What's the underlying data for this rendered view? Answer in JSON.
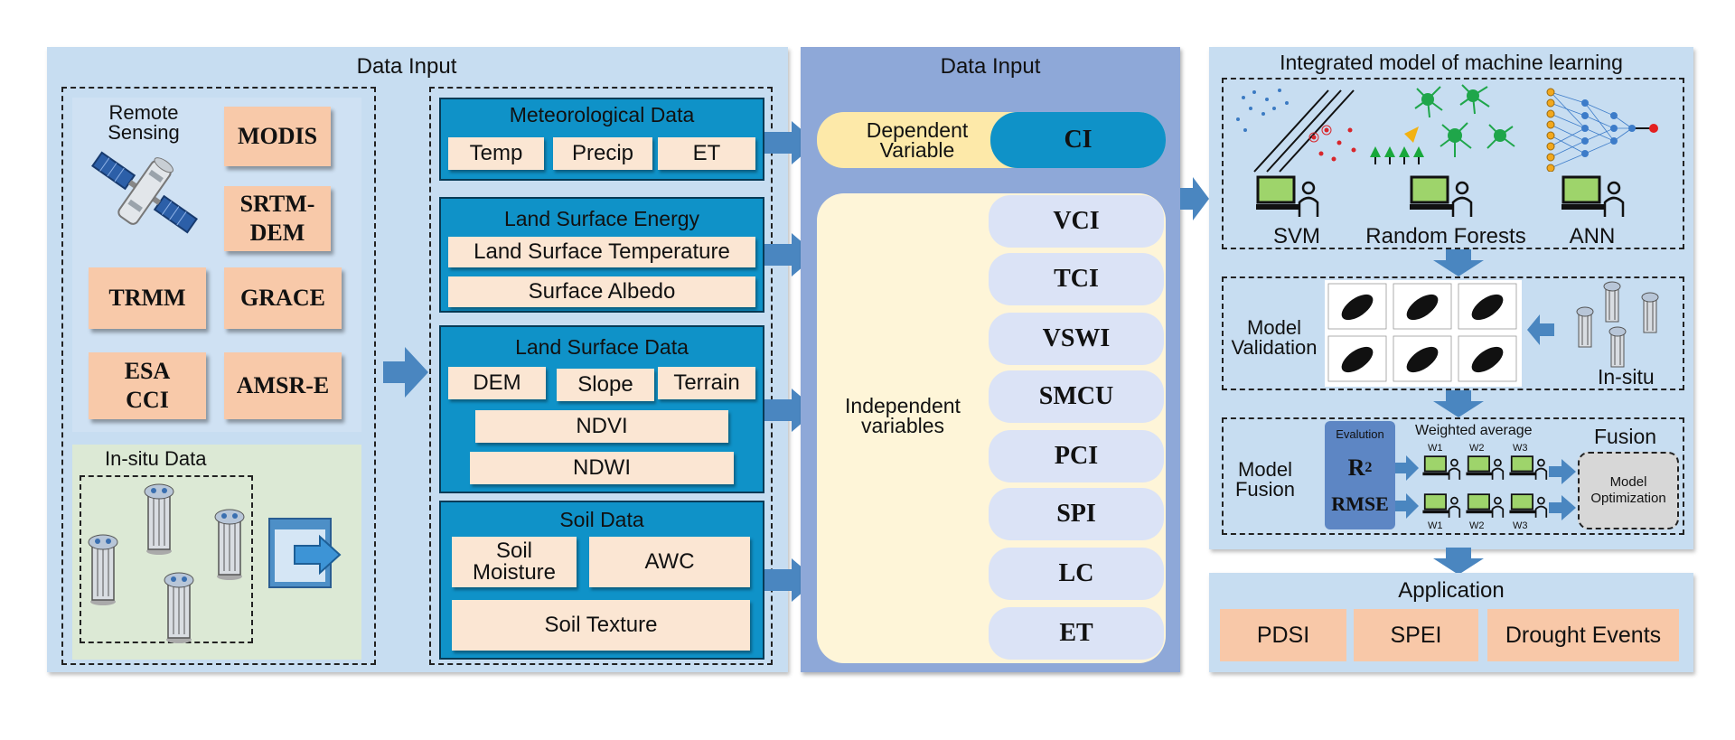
{
  "left": {
    "title": "Data Input",
    "remote_sensing_label": "Remote\nSensing",
    "sources": [
      "MODIS",
      "SRTM-\nDEM",
      "TRMM",
      "GRACE",
      "ESA\nCCI",
      "AMSR-E"
    ],
    "insitu_label": "In-situ Data"
  },
  "groups": {
    "meteorological": {
      "title": "Meteorological Data",
      "items": [
        "Temp",
        "Precip",
        "ET"
      ]
    },
    "energy": {
      "title": "Land Surface Energy",
      "items": [
        "Land Surface Temperature",
        "Surface Albedo"
      ]
    },
    "surface": {
      "title": "Land Surface Data",
      "items": [
        "DEM",
        "Slope",
        "Terrain",
        "NDVI",
        "NDWI"
      ]
    },
    "soil": {
      "title": "Soil Data",
      "items": [
        "Soil\nMoisture",
        "AWC",
        "Soil Texture"
      ]
    }
  },
  "middle": {
    "title": "Data Input",
    "dependent_label": "Dependent\nVariable",
    "dependent_value": "CI",
    "independent_label": "Independent\nvariables",
    "variables": [
      "VCI",
      "TCI",
      "VSWI",
      "SMCU",
      "PCI",
      "SPI",
      "LC",
      "ET"
    ]
  },
  "right": {
    "title": "Integrated model of machine learning",
    "models": [
      "SVM",
      "Random Forests",
      "ANN"
    ],
    "validation_label": "Model\nValidation",
    "insitu_label": "In-situ",
    "fusion_label": "Model\nFusion",
    "evaluation_label": "Evalution",
    "r2_label": "R",
    "r2_sup": "2",
    "rmse_label": "RMSE",
    "weighted_label": "Weighted average",
    "weights": [
      "W1",
      "W2",
      "W3"
    ],
    "fusion_title": "Fusion",
    "optimization_label": "Model\nOptimization"
  },
  "application": {
    "title": "Application",
    "items": [
      "PDSI",
      "SPEI",
      "Drought Events"
    ]
  },
  "colors": {
    "panel_light": "#c7ddf1",
    "panel_mid": "#8ea8d8",
    "group_blue": "#0f92c8",
    "peach": "#f8c9a9",
    "cream": "#fbe6d3",
    "dependent_yellow": "#fde9a9",
    "arrow_blue": "#4a86c0"
  }
}
